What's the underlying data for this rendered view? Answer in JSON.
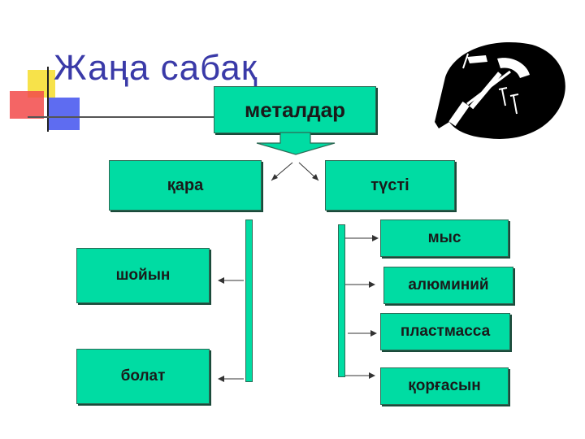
{
  "slide": {
    "title": "Жаңа  сабақ"
  },
  "diagram": {
    "root": "металдар",
    "branches": {
      "left": "қара",
      "right": "түсті"
    },
    "left_items": [
      "шойын",
      "болат"
    ],
    "right_items": [
      "мыс",
      "алюминий",
      "пластмасса",
      "қорғасын"
    ]
  },
  "colors": {
    "box_fill": "#00dca3",
    "title": "#3a3aa8"
  },
  "icons": [
    "tools-icon"
  ]
}
